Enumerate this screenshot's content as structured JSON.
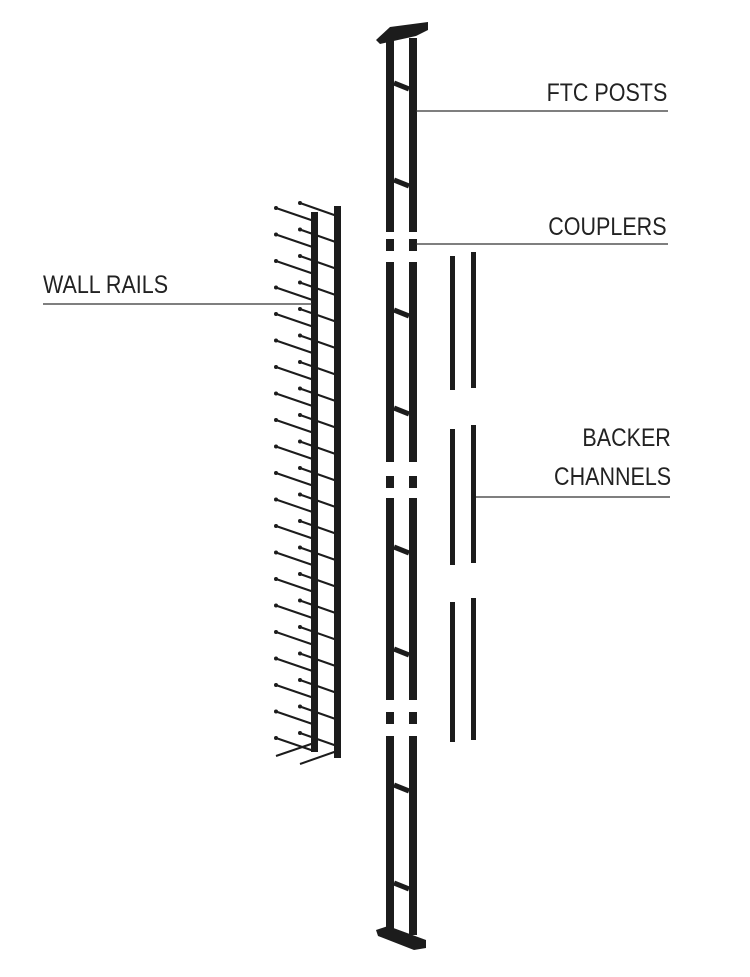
{
  "diagram": {
    "labels": {
      "ftc_posts": "FTC POSTS",
      "couplers": "COUPLERS",
      "wall_rails": "WALL RAILS",
      "backer_line1": "BACKER",
      "backer_line2": "CHANNELS"
    },
    "colors": {
      "metal": "#1c1c1c",
      "leader_line": "#333333",
      "text": "#222222",
      "background": "#ffffff"
    }
  }
}
